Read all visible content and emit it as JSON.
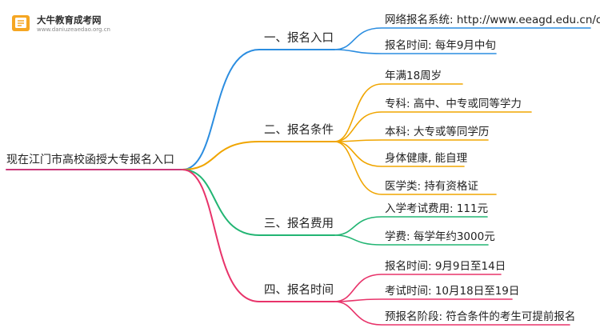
{
  "logo": {
    "name": "大牛教育成考网",
    "url": "www.daniuzeaedao.org.cn"
  },
  "root": {
    "label": "现在江门市高校函授大专报名入口"
  },
  "branches": [
    {
      "label": "一、报名入口",
      "color": "#2b8de0",
      "leaves": [
        "网络报名系统: http://www.eeagd.edu.cn/cr",
        "报名时间: 每年9月中旬"
      ]
    },
    {
      "label": "二、报名条件",
      "color": "#f0a500",
      "leaves": [
        "年满18周岁",
        "专科: 高中、中专或同等学力",
        "本科: 大专或等同学历",
        "身体健康, 能自理",
        "医学类: 持有资格证"
      ]
    },
    {
      "label": "三、报名费用",
      "color": "#22b573",
      "leaves": [
        "入学考试费用: 111元",
        "学费: 每学年约3000元"
      ]
    },
    {
      "label": "四、报名时间",
      "color": "#e8336a",
      "leaves": [
        "报名时间: 9月9日至14日",
        "考试时间: 10月18日至19日",
        "预报名阶段: 符合条件的考生可提前报名"
      ]
    }
  ]
}
